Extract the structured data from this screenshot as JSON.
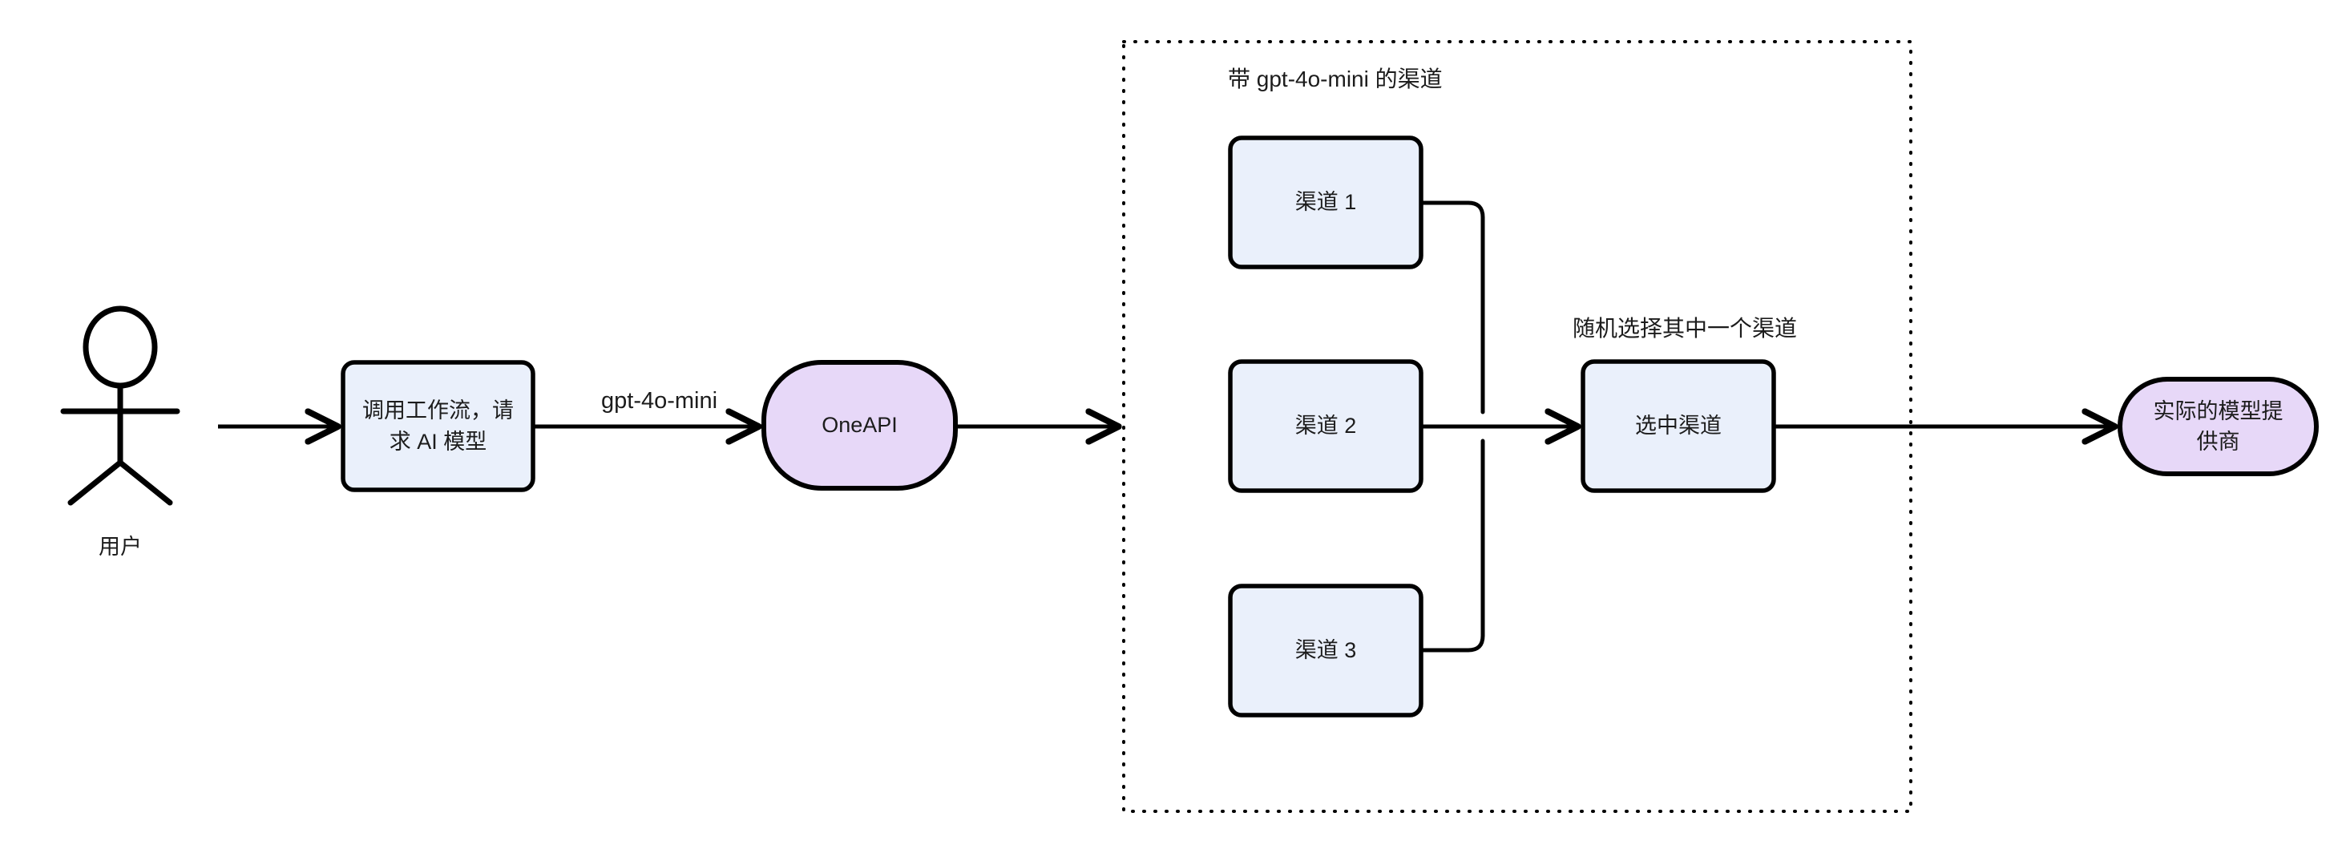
{
  "diagram": {
    "title_visible": false,
    "background": "#ffffff",
    "stroke_color": "#000000",
    "text_color": "#1c1c1c",
    "fill_process": "#eaf0fb",
    "fill_terminator": "#e7d8f8"
  },
  "actor": {
    "name": "stick-figure-user",
    "label": "用户"
  },
  "nodes": {
    "workflow_call": {
      "label": "调用工作流，请\n求 AI 模型",
      "shape": "rounded-rect",
      "fill": "#eaf0fb"
    },
    "oneapi": {
      "label": "OneAPI",
      "shape": "stadium",
      "fill": "#e7d8f8"
    },
    "channel_1": {
      "label": "渠道 1",
      "shape": "rounded-rect",
      "fill": "#eaf0fb"
    },
    "channel_2": {
      "label": "渠道 2",
      "shape": "rounded-rect",
      "fill": "#eaf0fb"
    },
    "channel_3": {
      "label": "渠道 3",
      "shape": "rounded-rect",
      "fill": "#eaf0fb"
    },
    "selected_channel": {
      "label": "选中渠道",
      "shape": "rounded-rect",
      "fill": "#eaf0fb"
    },
    "provider": {
      "label": "实际的模型提\n供商",
      "shape": "stadium",
      "fill": "#e7d8f8"
    }
  },
  "groups": {
    "channel_group": {
      "label": "带 gpt-4o-mini 的渠道",
      "border_style": "dotted"
    }
  },
  "edges": {
    "user_to_workflow": {
      "label": ""
    },
    "workflow_to_oneapi": {
      "label": "gpt-4o-mini"
    },
    "oneapi_to_group": {
      "label": ""
    },
    "channels_to_selected": {
      "label": ""
    },
    "selected_to_provider": {
      "label": ""
    }
  },
  "annotations": {
    "random_pick": "随机选择其中一个渠道"
  }
}
